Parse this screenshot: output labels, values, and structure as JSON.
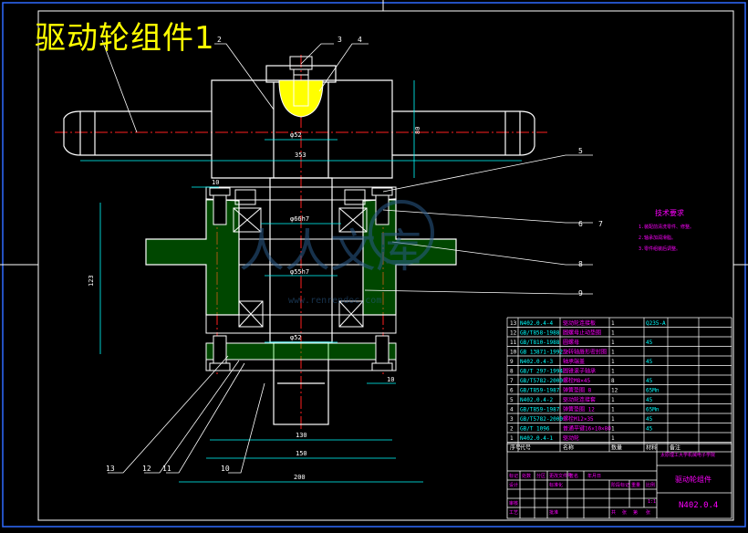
{
  "title": "驱动轮组件1",
  "leaders": [
    "2",
    "3",
    "4",
    "5",
    "6",
    "7",
    "8",
    "9",
    "10",
    "11",
    "12",
    "13"
  ],
  "dims": {
    "d353": "353",
    "d80": "80",
    "d123": "123",
    "d10a": "10",
    "d10b": "10",
    "d130": "130",
    "d150": "150",
    "d200": "200",
    "phi52": "φ52",
    "phi66": "φ66h7",
    "phi55": "φ55h7",
    "phi52b": "φ52"
  },
  "tech": {
    "heading": "技术要求",
    "items": [
      "1.装配前清洗零件、修整。",
      "2.轴承加润滑脂。",
      "3.零件组装后调整。"
    ]
  },
  "bom": {
    "rows": [
      [
        "13",
        "N402.0.4-4",
        "驱动轮连接板",
        "1",
        "Q235-A",
        ""
      ],
      [
        "12",
        "GB/T858-1988",
        "圆螺母止动垫圈",
        "1",
        "",
        ""
      ],
      [
        "11",
        "GB/T810-1988",
        "圆螺母",
        "1",
        "45",
        ""
      ],
      [
        "10",
        "GB 13871-1992",
        "旋转轴唇形密封圈",
        "1",
        "",
        ""
      ],
      [
        "9",
        "N402.0.4-3",
        "轴承端盖",
        "1",
        "45",
        ""
      ],
      [
        "8",
        "GB/T 297-1994",
        "圆锥滚子轴承",
        "1",
        "",
        ""
      ],
      [
        "7",
        "GB/T5782-2000",
        "螺栓M8×45",
        "8",
        "45",
        ""
      ],
      [
        "6",
        "GB/T859-1987",
        "弹簧垫圈 8",
        "12",
        "65Mn",
        ""
      ],
      [
        "5",
        "N402.0.4-2",
        "驱动轮连接套",
        "1",
        "45",
        ""
      ],
      [
        "4",
        "GB/T859-1987",
        "弹簧垫圈 12",
        "1",
        "65Mn",
        ""
      ],
      [
        "3",
        "GB/T5782-2000",
        "螺栓M12×35",
        "1",
        "45",
        ""
      ],
      [
        "2",
        "GB/T 1096",
        "普通平键16×10×80",
        "1",
        "45",
        ""
      ],
      [
        "1",
        "N402.0.4-1",
        "驱动轮",
        "1",
        "",
        ""
      ]
    ],
    "header": [
      "序号",
      "代号",
      "名称",
      "数量",
      "材料",
      "备注"
    ]
  },
  "titleblock": {
    "school": "太原理工大学机械电子学院",
    "name": "驱动轮组件",
    "code": "N402.0.4",
    "cells": [
      "标记",
      "处数",
      "分区",
      "更改文件号",
      "签名",
      "年月日",
      "设计",
      "标准化",
      "阶段标记",
      "重量",
      "比例",
      "审核",
      "工艺",
      "批准",
      "共",
      "张",
      "第",
      "张",
      "1:1"
    ]
  },
  "watermark": {
    "big": "人人文库",
    "url": "www.renrendoc.com"
  },
  "colors": {
    "bg": "#000000",
    "white": "#ffffff",
    "yellow": "#ffff00",
    "cyan": "#00ffff",
    "red": "#ff2020",
    "green": "#00ff00",
    "magenta": "#ff00ff",
    "blue": "#2f6bff"
  }
}
